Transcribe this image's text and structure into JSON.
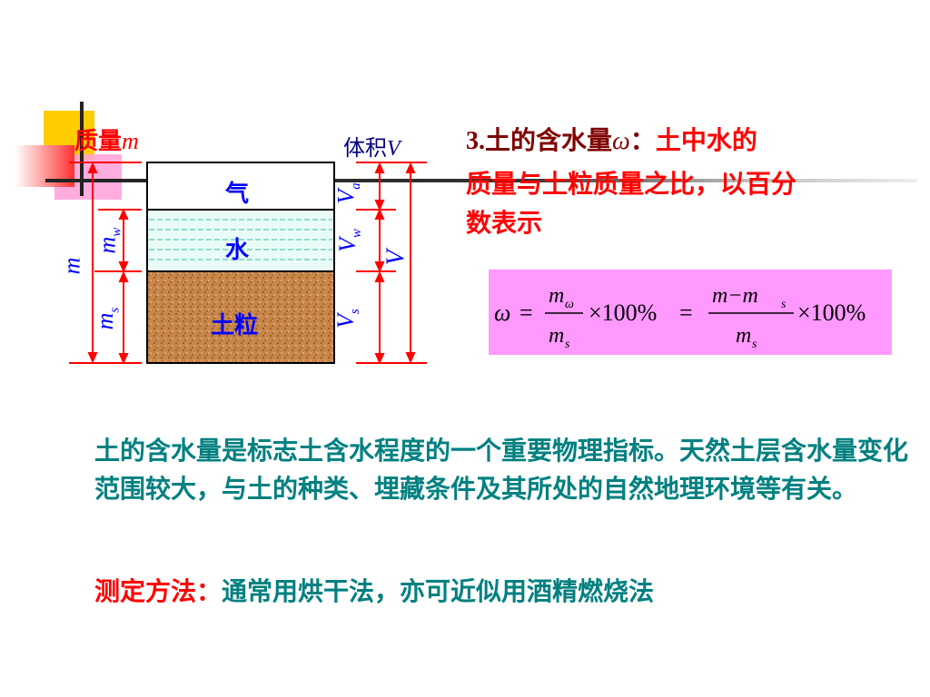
{
  "diagram": {
    "mass_label": "质量",
    "mass_symbol": "m",
    "volume_label": "体积",
    "volume_symbol": "V",
    "phase_air": "气",
    "phase_water": "水",
    "phase_solid": "土粒",
    "left_total": "m",
    "left_water_main": "m",
    "left_water_sub": "w",
    "left_solid_main": "m",
    "left_solid_sub": "s",
    "right_air_main": "V",
    "right_air_sub": "a",
    "right_water_main": "V",
    "right_water_sub": "w",
    "right_solid_main": "V",
    "right_solid_sub": "s",
    "right_total": "V"
  },
  "heading": {
    "number": "3.",
    "text": "土的含水量",
    "symbol": "ω",
    "colon": "：",
    "definition_1": "土中水的",
    "definition_2": "质量与土粒质量之比，以百分",
    "definition_3": "数表示"
  },
  "formula": {
    "lhs": "ω",
    "eq": "=",
    "frac1_num_main": "m",
    "frac1_num_sub": "ω",
    "frac1_den_main": "m",
    "frac1_den_sub": "s",
    "times_100": "×100%",
    "frac2_num": "m−m",
    "frac2_num_sub": "s",
    "frac2_den_main": "m",
    "frac2_den_sub": "s"
  },
  "paragraph": "土的含水量是标志土含水程度的一个重要物理指标。天然土层含水量变化范围较大，与土的种类、埋藏条件及其所处的自然地理环境等有关。",
  "method": {
    "label": "测定方法：",
    "text": "通常用烘干法，亦可近似用酒精燃烧法"
  },
  "colors": {
    "accent_red": "#ff0000",
    "blue": "#0000ff",
    "teal": "#008080",
    "formula_bg": "#ff99ff",
    "soil": "#c8864a"
  }
}
